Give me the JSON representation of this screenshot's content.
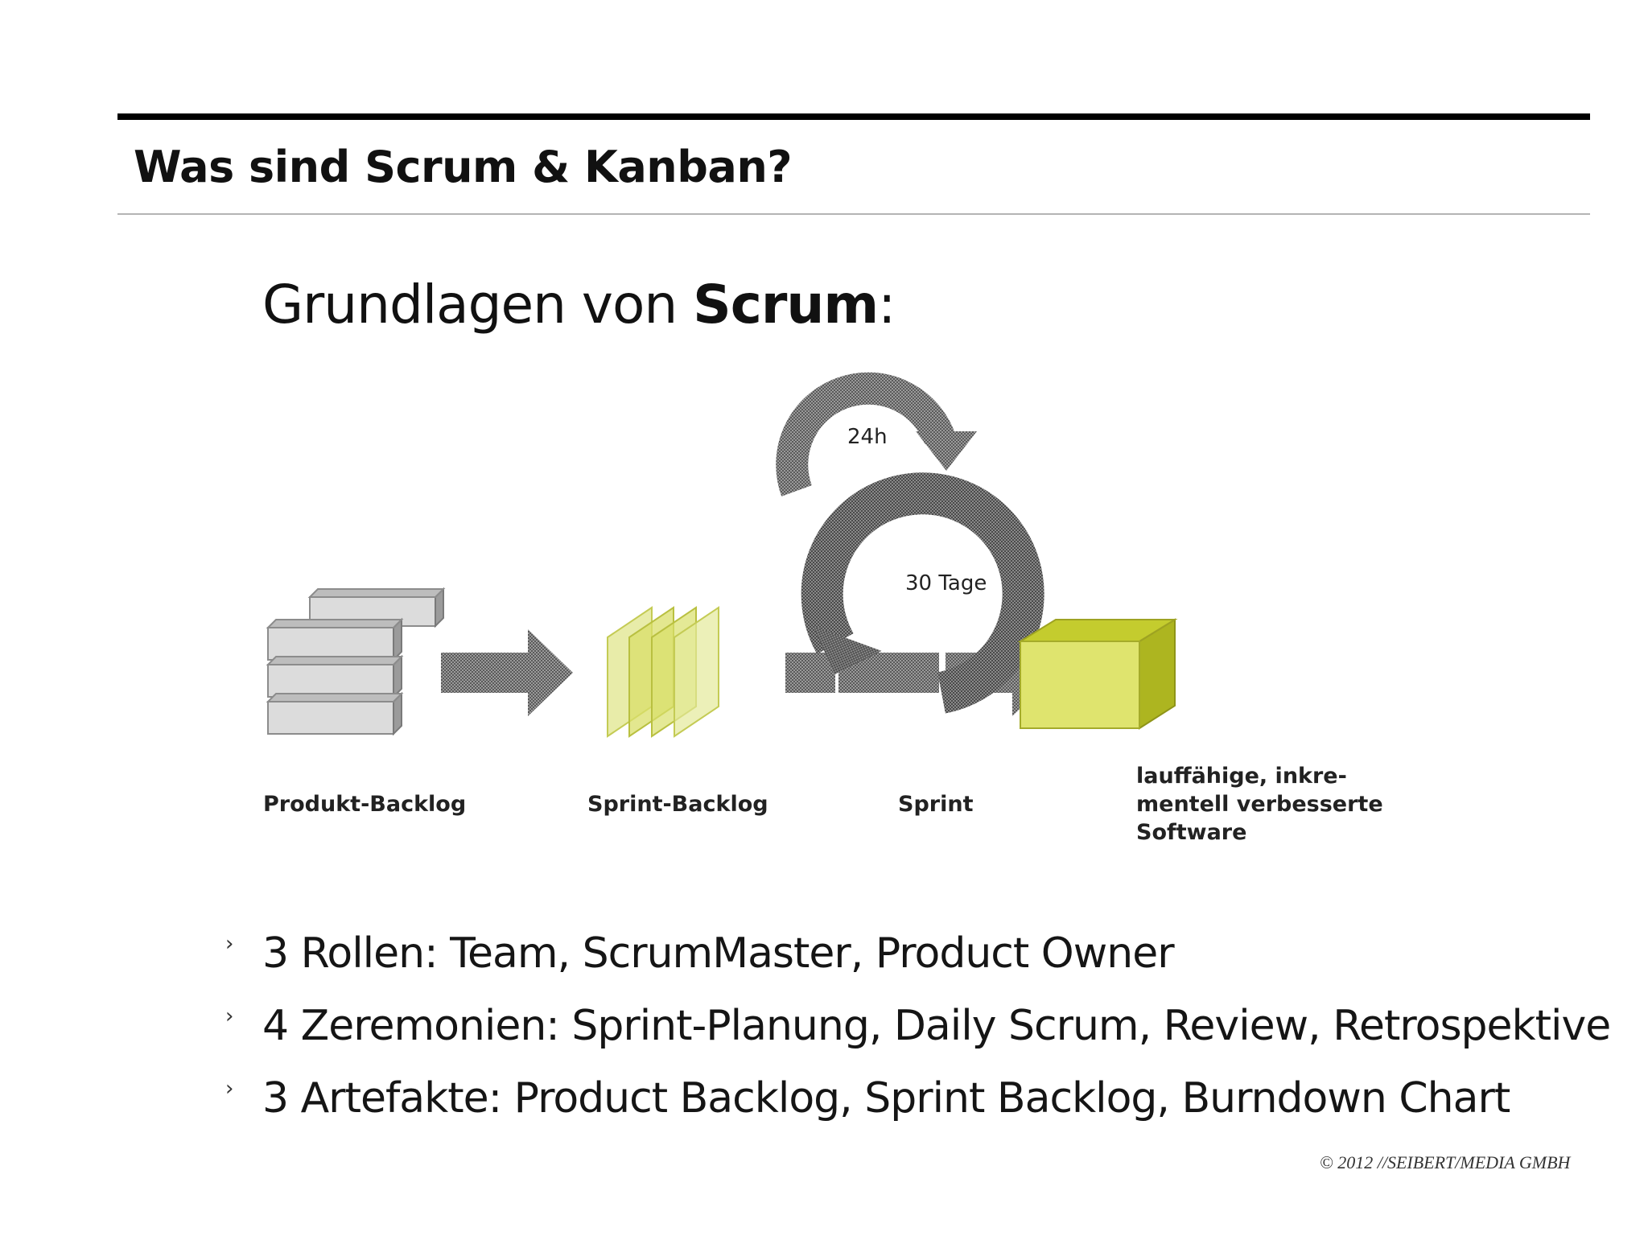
{
  "slide": {
    "title": "Was sind Scrum & Kanban?",
    "subtitle_prefix": "Grundlagen von ",
    "subtitle_bold": "Scrum",
    "subtitle_suffix": ":"
  },
  "diagram": {
    "loop_daily": "24h",
    "loop_sprint": "30 Tage",
    "stages": [
      {
        "label": "Produkt-Backlog"
      },
      {
        "label": "Sprint-Backlog"
      },
      {
        "label": "Sprint"
      },
      {
        "label_lines": [
          "lauffähige, inkre-",
          "mentell verbesserte",
          "Software"
        ]
      }
    ],
    "colors": {
      "accent_green": "#d9df6a",
      "accent_green_dark": "#b0b72a",
      "backlog_gray": "#d6d6d6",
      "arrow_gray": "#7a7a7a"
    }
  },
  "bullets": [
    {
      "marker": "›",
      "text": "3 Rollen: Team, ScrumMaster, Product Owner"
    },
    {
      "marker": "›",
      "text": "4 Zeremonien: Sprint-Planung, Daily Scrum, Review, Retrospektive"
    },
    {
      "marker": "›",
      "text": "3 Artefakte: Product Backlog, Sprint Backlog, Burndown Chart"
    }
  ],
  "footer": {
    "copyright": "© 2012 //SEIBERT/MEDIA GMBH"
  }
}
